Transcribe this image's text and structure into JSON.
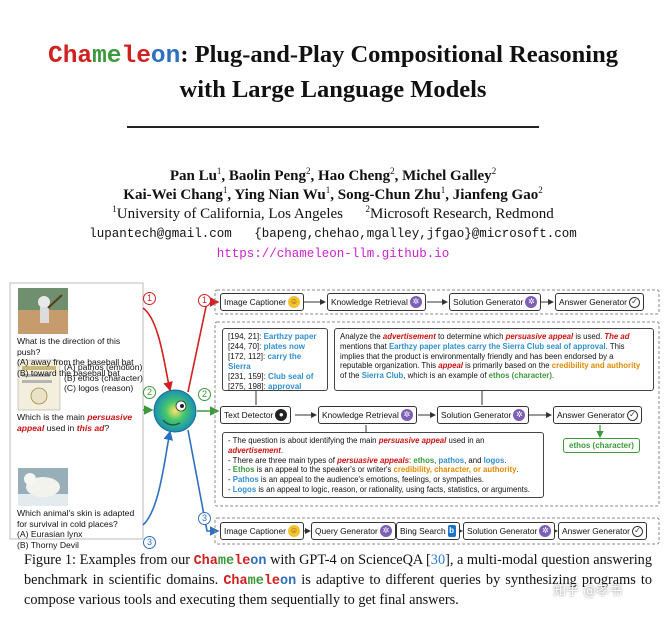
{
  "title": {
    "brand_parts": [
      "Cha",
      "me",
      "le",
      "on"
    ],
    "line1_rest": ": Plug-and-Play Compositional Reasoning",
    "line2": "with Large Language Models"
  },
  "authors": {
    "line1": [
      {
        "name": "Pan Lu",
        "sup": "1"
      },
      {
        "name": "Baolin Peng",
        "sup": "2"
      },
      {
        "name": "Hao Cheng",
        "sup": "2"
      },
      {
        "name": "Michel Galley",
        "sup": "2"
      }
    ],
    "line2": [
      {
        "name": "Kai-Wei Chang",
        "sup": "1"
      },
      {
        "name": "Ying Nian Wu",
        "sup": "1"
      },
      {
        "name": "Song-Chun Zhu",
        "sup": "1"
      },
      {
        "name": "Jianfeng Gao",
        "sup": "2"
      }
    ],
    "affiliation1": {
      "sup": "1",
      "text": "University of California, Los Angeles"
    },
    "affiliation2": {
      "sup": "2",
      "text": "Microsoft Research, Redmond"
    },
    "emails": "lupantech@gmail.com   {bapeng,chehao,mgalley,jfgao}@microsoft.com",
    "url": "https://chameleon-llm.github.io"
  },
  "figure": {
    "questions": {
      "q1": {
        "text": "What is the direction of this push?",
        "options": [
          "(A) away from the baseball bat",
          "(B) toward the baseball bat"
        ]
      },
      "q2": {
        "options": [
          "(A) pathos (emotion)",
          "(B) ethos (character)",
          "(C) logos (reason)"
        ],
        "stem_prefix": "Which is the main ",
        "stem_em1": "persuasive appeal",
        "stem_mid": " used in ",
        "stem_em2": "this ad",
        "stem_suffix": "?"
      },
      "q3": {
        "text": "Which animal's skin is adapted for survival in cold places?",
        "options": [
          "(A) Eurasian lynx",
          "(B) Thorny Devil"
        ]
      }
    },
    "numbers": {
      "one": "1",
      "two": "2",
      "three": "3"
    },
    "pipeline1": [
      "Image Captioner",
      "Knowledge Retrieval",
      "Solution Generator",
      "Answer Generator"
    ],
    "pipeline2": [
      "Text Detector",
      "Knowledge Retrieval",
      "Solution Generator",
      "Answer Generator"
    ],
    "pipeline3": [
      "Image Captioner",
      "Query Generator",
      "Bing Search",
      "Solution Generator",
      "Answer Generator"
    ],
    "detected_text": [
      {
        "coord": "[194, 21]:",
        "text": "Earthzy paper"
      },
      {
        "coord": "[244, 70]:",
        "text": "plates now"
      },
      {
        "coord": "[172, 112]:",
        "text": "carry the Sierra"
      },
      {
        "coord": "[231, 159]:",
        "text": "Club seal of"
      },
      {
        "coord": "[275, 198]:",
        "text": "approval"
      }
    ],
    "solution": {
      "s1": "Analyze the ",
      "s2": "advertisement",
      "s3": " to determine which ",
      "s4": "persuasive appeal",
      "s5": " is used. ",
      "s6": "The ad",
      "s7": " mentions that ",
      "s8": "Earthzy paper plates carry the Sierra Club seal of approval",
      "s9": ". This implies that the product is environmentally friendly and has been endorsed by a reputable organization. This ",
      "s10": "appeal",
      "s11": " is primarily based on the ",
      "s12": "credibility and authority",
      "s13": " of the ",
      "s14": "Sierra Club",
      "s15": ", which is an example of ",
      "s16": "ethos (character)",
      "s17": "."
    },
    "knowledge": {
      "k1a": "- The question is about identifying the main ",
      "k1b": "persuasive appeal",
      "k1c": " used in an ",
      "k1d": "advertisement",
      "k1e": ".",
      "k2a": "- There are three main types of ",
      "k2b": "persuasive appeals",
      "k2c": ": ",
      "k2d": "ethos",
      "k2e": ", ",
      "k2f": "pathos",
      "k2g": ", and ",
      "k2h": "logos",
      "k2i": ".",
      "k3a": "- ",
      "k3b": "Ethos",
      "k3c": " is an appeal to the speaker's or writer's ",
      "k3d": "credibility, character, or authority",
      "k3e": ".",
      "k4a": "- ",
      "k4b": "Pathos",
      "k4c": " is an appeal to the audience's emotions, feelings, or sympathies.",
      "k5a": "- ",
      "k5b": "Logos",
      "k5c": " is an appeal to logic, reason, or rationality, using facts, statistics, or arguments."
    },
    "answer": "ethos (character)",
    "icons": [
      "smiley-icon",
      "gpt-icon",
      "github-icon",
      "check-icon",
      "bing-icon"
    ]
  },
  "caption": {
    "p1": "Figure 1: Examples from our ",
    "brand": "Chameleon",
    "p2": " with GPT-4 on ScienceQA [",
    "cite": "30",
    "p3": "], a multi-modal question answering benchmark in scientific domains. ",
    "brand2": "Chameleon",
    "p4": " is adaptive to different queries by synthesizing programs to compose various tools and executing them sequentially to get final answers."
  },
  "watermark": "知乎 @孝书",
  "colors": {
    "red": "#d02020",
    "green": "#3c9a3c",
    "blue": "#2f6fc0",
    "magenta": "#cc22cc",
    "orange": "#e08a00"
  }
}
